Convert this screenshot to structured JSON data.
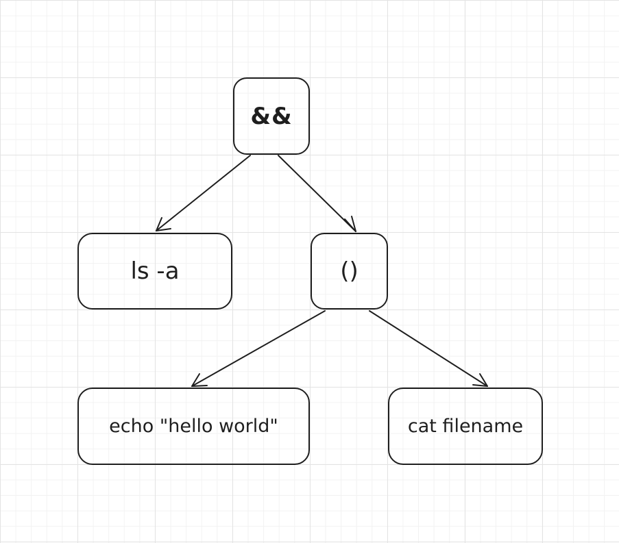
{
  "diagram": {
    "nodes": [
      {
        "id": "and",
        "label": "&&"
      },
      {
        "id": "ls",
        "label": "ls -a"
      },
      {
        "id": "sub",
        "label": "()"
      },
      {
        "id": "echo",
        "label": "echo \"hello world\""
      },
      {
        "id": "cat",
        "label": "cat filename"
      }
    ],
    "edges": [
      {
        "from": "and",
        "to": "ls"
      },
      {
        "from": "and",
        "to": "sub"
      },
      {
        "from": "sub",
        "to": "echo"
      },
      {
        "from": "sub",
        "to": "cat"
      }
    ],
    "colors": {
      "stroke": "#1e1e1e",
      "background": "#ffffff",
      "grid": "#e3e3e3"
    }
  }
}
